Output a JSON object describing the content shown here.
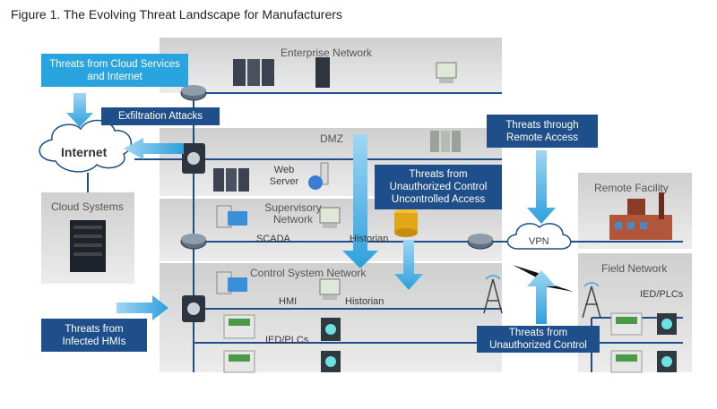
{
  "figure_title": "Figure 1. The Evolving Threat Landscape for Manufacturers",
  "zones": {
    "enterprise": "Enterprise Network",
    "dmz": "DMZ",
    "supervisory": "Supervisory Network",
    "control": "Control System Network",
    "remote": "Remote Facility",
    "field": "Field Network",
    "cloud_systems": "Cloud Systems",
    "internet": "Internet"
  },
  "labels": {
    "web_server": "Web Server",
    "scada": "SCADA",
    "historian_sup": "Historian",
    "hmi": "HMI",
    "historian_ctl": "Historian",
    "ied_plcs_ctl": "IED/PLCs",
    "ied_plcs_field": "IED/PLCs",
    "vpn": "VPN"
  },
  "callouts": {
    "cloud_threats": "Threats from Cloud Services and Internet",
    "exfiltration": "Exfiltration Attacks",
    "remote_access": "Threats through Remote Access",
    "unauth_access": "Threats from Unauthorized Control Uncontrolled Access",
    "infected_hmis": "Threats from Infected HMIs",
    "unauth_control": "Threats from Unauthorized Control"
  },
  "colors": {
    "callout_dark": "#1f4f8b",
    "callout_light": "#29a4de",
    "arrow": "#3aa8e0",
    "network_line": "#1f4f8b",
    "zone_fill": "#e4e4e4"
  }
}
